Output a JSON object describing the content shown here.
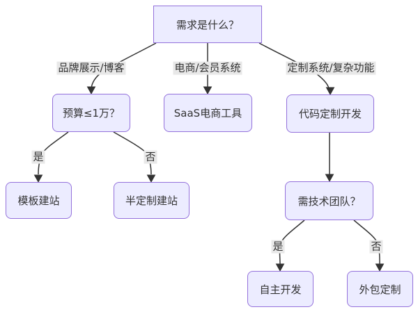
{
  "diagram": {
    "type": "flowchart",
    "direction": "top-down",
    "colors": {
      "node_fill": "#ECECFF",
      "node_border": "#9370DB",
      "edge_color": "#333333",
      "edge_label_bg": "#e8e8e8",
      "text": "#333333",
      "background": "#ffffff"
    },
    "nodes": {
      "root": {
        "label": "需求是什么？",
        "shape": "rect"
      },
      "budget": {
        "label": "预算≤1万？",
        "shape": "rounded"
      },
      "saas": {
        "label": "SaaS电商工具",
        "shape": "rounded"
      },
      "custom_dev": {
        "label": "代码定制开发",
        "shape": "rounded"
      },
      "template_site": {
        "label": "模板建站",
        "shape": "rounded"
      },
      "semi_custom_site": {
        "label": "半定制建站",
        "shape": "rounded"
      },
      "need_team": {
        "label": "需技术团队？",
        "shape": "rounded"
      },
      "self_dev": {
        "label": "自主开发",
        "shape": "rounded"
      },
      "outsourced": {
        "label": "外包定制",
        "shape": "rounded"
      }
    },
    "edge_labels": {
      "brand_blog": "品牌展示/博客",
      "ecommerce_member": "电商/会员系统",
      "custom_complex": "定制系统/复杂功能",
      "yes_budget": "是",
      "no_budget": "否",
      "yes_team": "是",
      "no_team": "否"
    },
    "edges": [
      {
        "from": "root",
        "to": "budget",
        "label": "品牌展示/博客"
      },
      {
        "from": "root",
        "to": "saas",
        "label": "电商/会员系统"
      },
      {
        "from": "root",
        "to": "custom_dev",
        "label": "定制系统/复杂功能"
      },
      {
        "from": "budget",
        "to": "template_site",
        "label": "是"
      },
      {
        "from": "budget",
        "to": "semi_custom_site",
        "label": "否"
      },
      {
        "from": "custom_dev",
        "to": "need_team",
        "label": ""
      },
      {
        "from": "need_team",
        "to": "self_dev",
        "label": "是"
      },
      {
        "from": "need_team",
        "to": "outsourced",
        "label": "否"
      }
    ]
  }
}
